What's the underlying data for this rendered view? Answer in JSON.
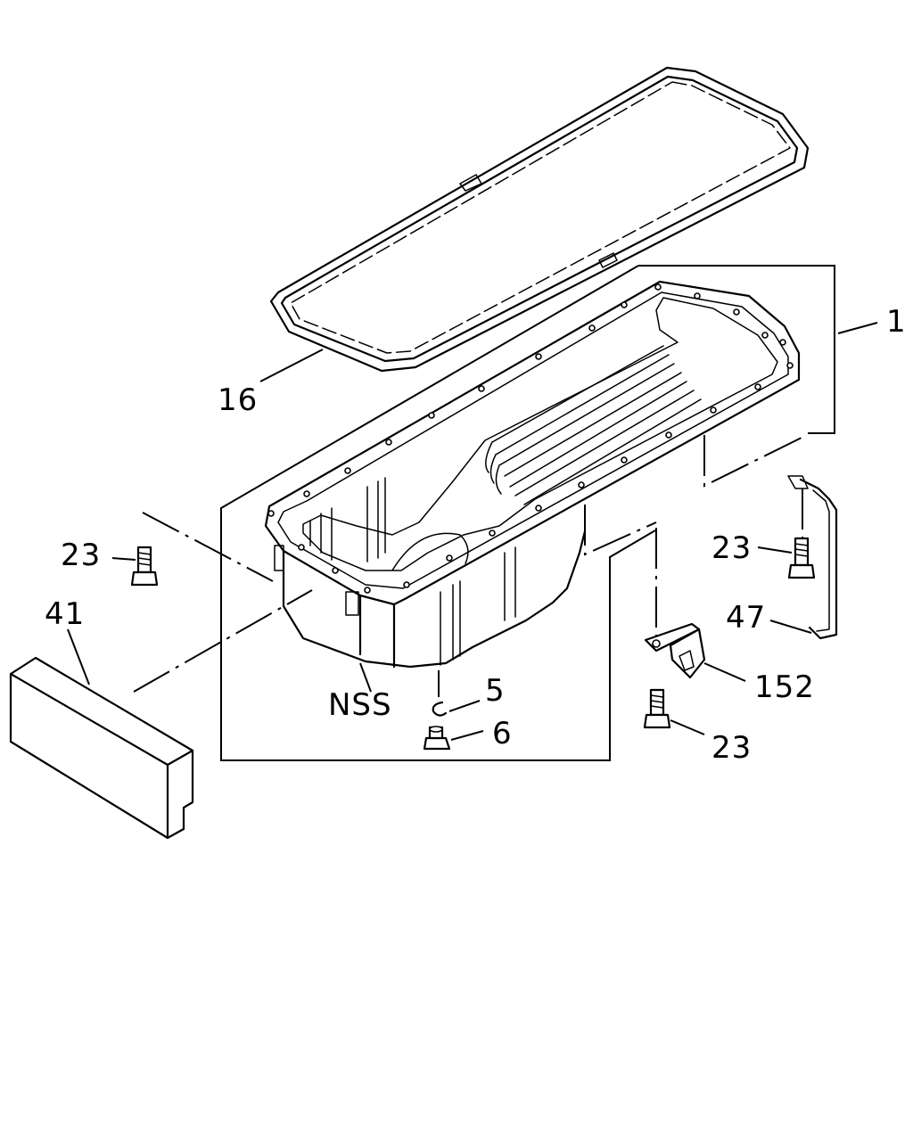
{
  "callouts": {
    "oil_pan": "1",
    "gasket": "16",
    "bolt_left": "23",
    "bolt_right": "23",
    "bolt_bracket": "23",
    "insulator": "41",
    "tube": "47",
    "bracket": "152",
    "washer": "5",
    "drain_plug": "6",
    "not_serviced": "NSS"
  }
}
